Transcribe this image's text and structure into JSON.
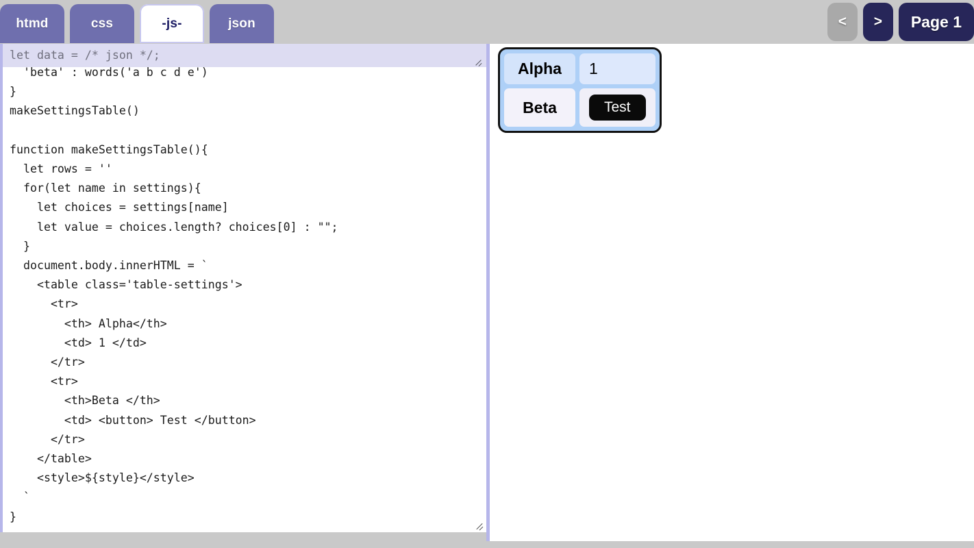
{
  "window": {
    "background_color": "#c9c9c9",
    "accent_color": "#6f6fae",
    "navy_color": "#272659",
    "disabled_color": "#a9a9a9",
    "border_color": "#b6b6ea"
  },
  "tabs": [
    {
      "id": "htmd",
      "label": "htmd",
      "active": false
    },
    {
      "id": "css",
      "label": "css",
      "active": false
    },
    {
      "id": "js",
      "label": "-js-",
      "active": true
    },
    {
      "id": "json",
      "label": "json",
      "active": false
    }
  ],
  "pager": {
    "prev_label": "<",
    "next_label": ">",
    "page_label": "Page 1",
    "prev_disabled": true,
    "next_disabled": false
  },
  "editor": {
    "header_line_value": "let data = /* json */;",
    "header_line_placeholder": "let data = /* json */;",
    "code_value": "  'beta' : words('a b c d e')\n}\nmakeSettingsTable()\n\nfunction makeSettingsTable(){\n  let rows = ''\n  for(let name in settings){\n    let choices = settings[name]\n    let value = choices.length? choices[0] : \"\";\n  }\n  document.body.innerHTML = `\n    <table class='table-settings'>\n      <tr>\n        <th> Alpha</th>\n        <td> 1 </td>\n      </tr>\n      <tr>\n        <th>Beta </th>\n        <td> <button> Test </button>\n      </tr>\n    </table>\n    <style>${style}</style>\n  `\n}",
    "resize_grip_icon": "resize-grip-icon"
  },
  "preview": {
    "table": {
      "rows": [
        {
          "header": "Alpha",
          "value": "1",
          "value_is_button": false
        },
        {
          "header": "Beta",
          "value": "Test",
          "value_is_button": true
        }
      ]
    }
  }
}
